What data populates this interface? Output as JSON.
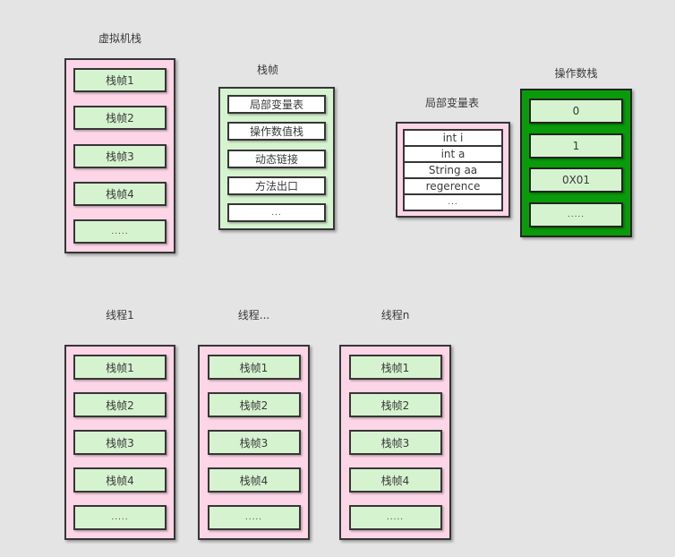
{
  "colors": {
    "background": "#e4e4e4",
    "pink_container": "#fcd6e6",
    "light_green": "#d6f3d0",
    "dark_green": "#0a9b0a",
    "border": "#363636",
    "text": "#3a3a3a"
  },
  "vm_stack": {
    "title": "虚拟机栈",
    "items": [
      "栈帧1",
      "栈帧2",
      "栈帧3",
      "栈帧4",
      "....."
    ]
  },
  "stack_frame": {
    "title": "栈帧",
    "items": [
      "局部变量表",
      "操作数值栈",
      "动态链接",
      "方法出口",
      "..."
    ]
  },
  "local_var_table": {
    "title": "局部变量表",
    "items": [
      "int i",
      "int a",
      "String aa",
      "regerence",
      "..."
    ]
  },
  "operand_stack": {
    "title": "操作数栈",
    "items": [
      "0",
      "1",
      "0X01",
      "....."
    ]
  },
  "threads": [
    {
      "title": "线程1",
      "items": [
        "栈帧1",
        "栈帧2",
        "栈帧3",
        "栈帧4",
        "....."
      ]
    },
    {
      "title": "线程...",
      "items": [
        "栈帧1",
        "栈帧2",
        "栈帧3",
        "栈帧4",
        "....."
      ]
    },
    {
      "title": "线程n",
      "items": [
        "栈帧1",
        "栈帧2",
        "栈帧3",
        "栈帧4",
        "....."
      ]
    }
  ]
}
